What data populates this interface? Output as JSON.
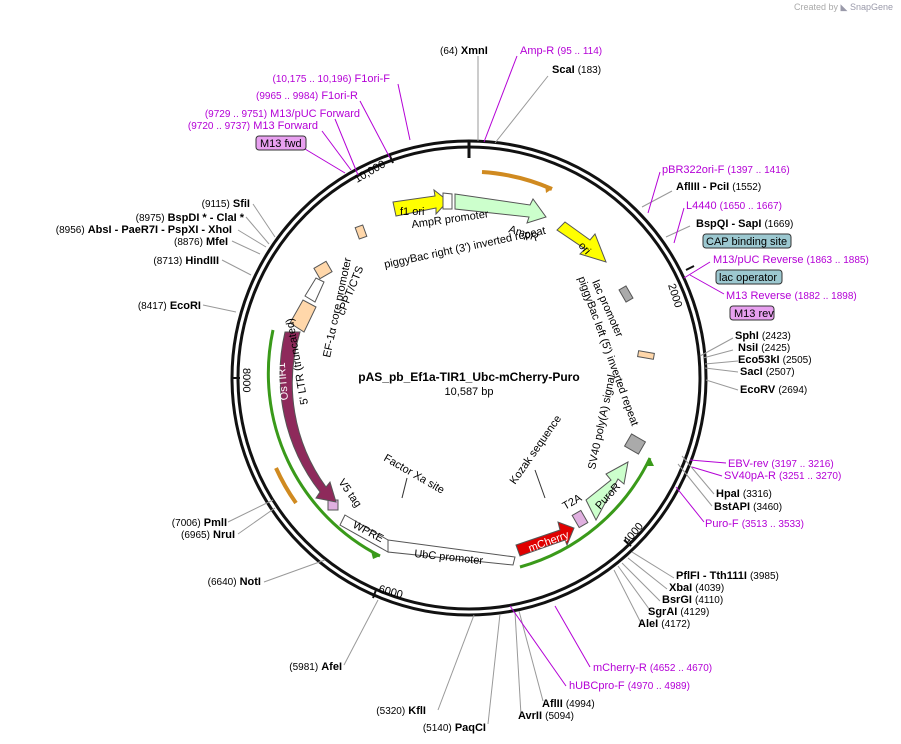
{
  "credit": {
    "prefix": "Created by",
    "brand": "SnapGene"
  },
  "plasmid": {
    "name": "pAS_pb_Ef1a-TIR1_Ubc-mCherry-Puro",
    "size": "10,587 bp"
  },
  "ticks": [
    "2000",
    "4000",
    "6000",
    "8000",
    "10,000"
  ],
  "sites": [
    {
      "n": "(64)",
      "name": "XmnI",
      "side": "left"
    },
    {
      "n": "(183)",
      "name": "ScaI",
      "side": "right"
    },
    {
      "n": "(1552)",
      "name": "AflIII  - PciI",
      "side": "right"
    },
    {
      "n": "(1669)",
      "name": "BspQI  - SapI",
      "side": "right"
    },
    {
      "n": "(2423)",
      "name": "SphI",
      "side": "right"
    },
    {
      "n": "(2425)",
      "name": "NsiI",
      "side": "right"
    },
    {
      "n": "(2505)",
      "name": "Eco53kI",
      "side": "right"
    },
    {
      "n": "(2507)",
      "name": "SacI",
      "side": "right"
    },
    {
      "n": "(2694)",
      "name": "EcoRV",
      "side": "right"
    },
    {
      "n": "(3316)",
      "name": "HpaI",
      "side": "right"
    },
    {
      "n": "(3460)",
      "name": "BstAPI",
      "side": "right"
    },
    {
      "n": "(3985)",
      "name": "PflFI  - Tth111I",
      "side": "right"
    },
    {
      "n": "(4039)",
      "name": "XbaI",
      "side": "right"
    },
    {
      "n": "(4110)",
      "name": "BsrGI",
      "side": "right"
    },
    {
      "n": "(4129)",
      "name": "SgrAI",
      "side": "right"
    },
    {
      "n": "(4172)",
      "name": "AleI",
      "side": "right"
    },
    {
      "n": "(4994)",
      "name": "AflII",
      "side": "right"
    },
    {
      "n": "(5094)",
      "name": "AvrII",
      "side": "right"
    },
    {
      "n": "(5140)",
      "name": "PaqCI",
      "side": "left"
    },
    {
      "n": "(5320)",
      "name": "KflI",
      "side": "left"
    },
    {
      "n": "(5981)",
      "name": "AfeI",
      "side": "left"
    },
    {
      "n": "(6640)",
      "name": "NotI",
      "side": "left"
    },
    {
      "n": "(6965)",
      "name": "NruI",
      "side": "left"
    },
    {
      "n": "(7006)",
      "name": "PmlI",
      "side": "left"
    },
    {
      "n": "(8417)",
      "name": "EcoRI",
      "side": "left"
    },
    {
      "n": "(8713)",
      "name": "HindIII",
      "side": "left"
    },
    {
      "n": "(8876)",
      "name": "MfeI",
      "side": "left"
    },
    {
      "n": "(8956)",
      "name": "AbsI  - PaeR7I  - PspXI  - XhoI",
      "side": "left"
    },
    {
      "n": "(8975)",
      "name": "BspDI *  - ClaI *",
      "side": "left"
    },
    {
      "n": "(9115)",
      "name": "SfiI",
      "side": "left"
    }
  ],
  "primers": [
    {
      "name": "Amp-R",
      "range": "(95 .. 114)"
    },
    {
      "name": "pBR322ori-F",
      "range": "(1397 .. 1416)"
    },
    {
      "name": "L4440",
      "range": "(1650 .. 1667)"
    },
    {
      "name": "M13/pUC Reverse",
      "range": "(1863 .. 1885)"
    },
    {
      "name": "M13 Reverse",
      "range": "(1882 .. 1898)"
    },
    {
      "name": "EBV-rev",
      "range": "(3197 .. 3216)"
    },
    {
      "name": "SV40pA-R",
      "range": "(3251 .. 3270)"
    },
    {
      "name": "Puro-F",
      "range": "(3513 .. 3533)"
    },
    {
      "name": "mCherry-R",
      "range": "(4652 .. 4670)"
    },
    {
      "name": "hUBCpro-F",
      "range": "(4970 .. 4989)"
    },
    {
      "name": "F1ori-F",
      "range": "(10,175 .. 10,196)"
    },
    {
      "name": "F1ori-R",
      "range": "(9965 .. 9984)"
    },
    {
      "name": "M13/pUC Forward",
      "range": "(9729 .. 9751)"
    },
    {
      "name": "M13 Forward",
      "range": "(9720 .. 9737)"
    }
  ],
  "boxes": {
    "cap": "CAP binding site",
    "lacop": "lac operator",
    "m13rev": "M13 rev",
    "m13fwd": "M13 fwd"
  },
  "features": {
    "f1ori": "f1 ori",
    "ori": "ori",
    "ampr": "AmpR",
    "amprprom": "AmpR promoter",
    "pbright": "piggyBac right (3') inverted repeat",
    "lacprom": "lac promoter",
    "pbleft": "piggyBac left (5') inverted repeat",
    "sv40": "SV40 poly(A) signal",
    "kozak": "Kozak sequence",
    "puror": "PuroR",
    "t2a": "T2A",
    "mcherry": "mCherry",
    "ubc": "UbC promoter",
    "wpre": "WPRE",
    "factorxa": "Factor Xa site",
    "v5": "V5 tag",
    "ostir1": "OsTIR1",
    "ltr": "5' LTR (truncated)",
    "ef1a": "EF-1α core promoter",
    "cppt": "cPPT/CTS"
  },
  "colors": {
    "primer": "#b400d6",
    "ostir1": "#8e2a5b",
    "mcherry": "#e00000",
    "ori": "#ffff00",
    "ampr": "#ccffcc",
    "green_track": "#3a9a1a",
    "orange_track": "#d08a20",
    "box_teal": "#9cc8d0",
    "box_pink": "#e8a0f0"
  }
}
